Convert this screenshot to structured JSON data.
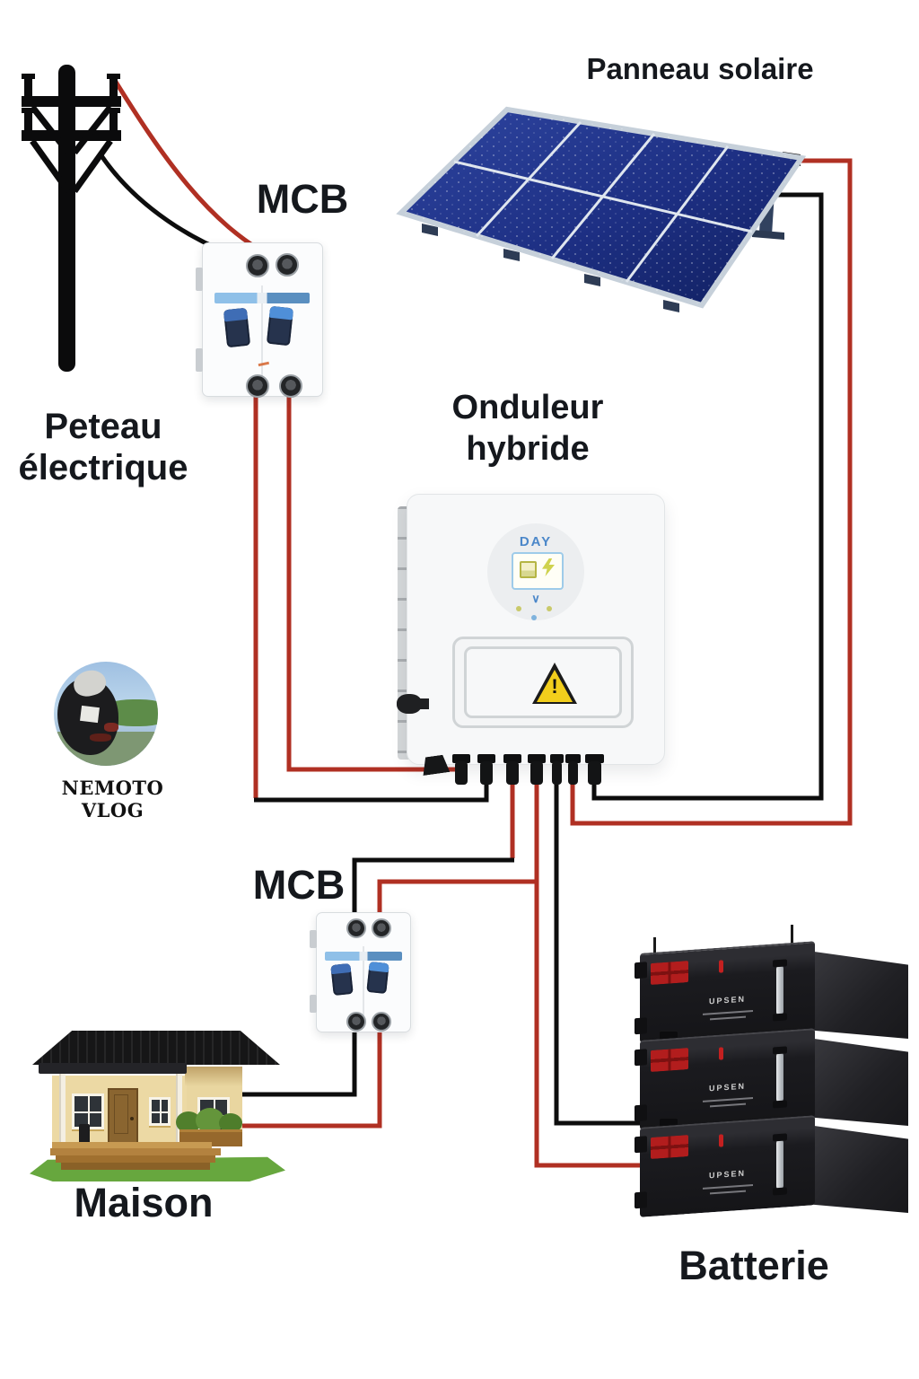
{
  "colors": {
    "wire_red": "#b03023",
    "wire_black": "#0d0d0d",
    "panel_blue": "#22338f",
    "accent_blue": "#4b87c9",
    "warning_yellow": "#f2ce1c",
    "text": "#15181d"
  },
  "labels": {
    "panneau_solaire": "Panneau solaire",
    "mcb_top": "MCB",
    "mcb_bottom": "MCB",
    "peteau_electrique": "Peteau électrique",
    "onduleur_hybride": "Onduleur hybride",
    "maison": "Maison",
    "batterie": "Batterie"
  },
  "avatar": {
    "caption": "NEMOTO VLOG"
  },
  "inverter": {
    "logo": "DAY",
    "warning_mark": "!"
  },
  "battery": {
    "logo": "UPSEN"
  }
}
